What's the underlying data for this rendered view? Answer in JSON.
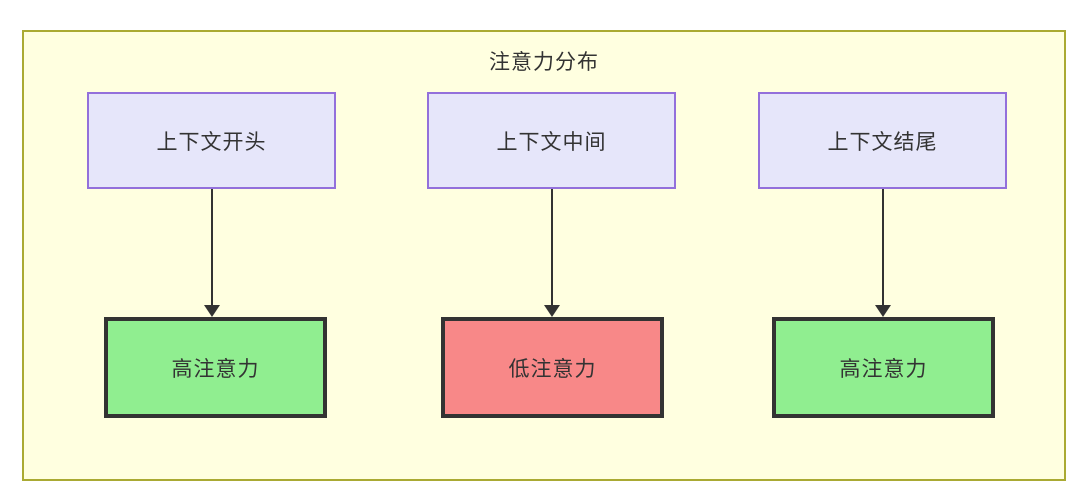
{
  "diagram": {
    "title": "注意力分布",
    "container": {
      "fill": "#ffffe0",
      "stroke": "#aaaa33"
    },
    "top_nodes": [
      {
        "id": "context-start",
        "label": "上下文开头",
        "fill": "#e6e6fa",
        "stroke": "#9370db"
      },
      {
        "id": "context-middle",
        "label": "上下文中间",
        "fill": "#e6e6fa",
        "stroke": "#9370db"
      },
      {
        "id": "context-end",
        "label": "上下文结尾",
        "fill": "#e6e6fa",
        "stroke": "#9370db"
      }
    ],
    "bottom_nodes": [
      {
        "id": "high-attention-start",
        "label": "高注意力",
        "fill": "#90ee90",
        "stroke": "#333333"
      },
      {
        "id": "low-attention-middle",
        "label": "低注意力",
        "fill": "#f88888",
        "stroke": "#333333"
      },
      {
        "id": "high-attention-end",
        "label": "高注意力",
        "fill": "#90ee90",
        "stroke": "#333333"
      }
    ],
    "edges": [
      {
        "from": "context-start",
        "to": "high-attention-start",
        "arrow": "down"
      },
      {
        "from": "context-middle",
        "to": "low-attention-middle",
        "arrow": "down"
      },
      {
        "from": "context-end",
        "to": "high-attention-end",
        "arrow": "down"
      }
    ]
  }
}
